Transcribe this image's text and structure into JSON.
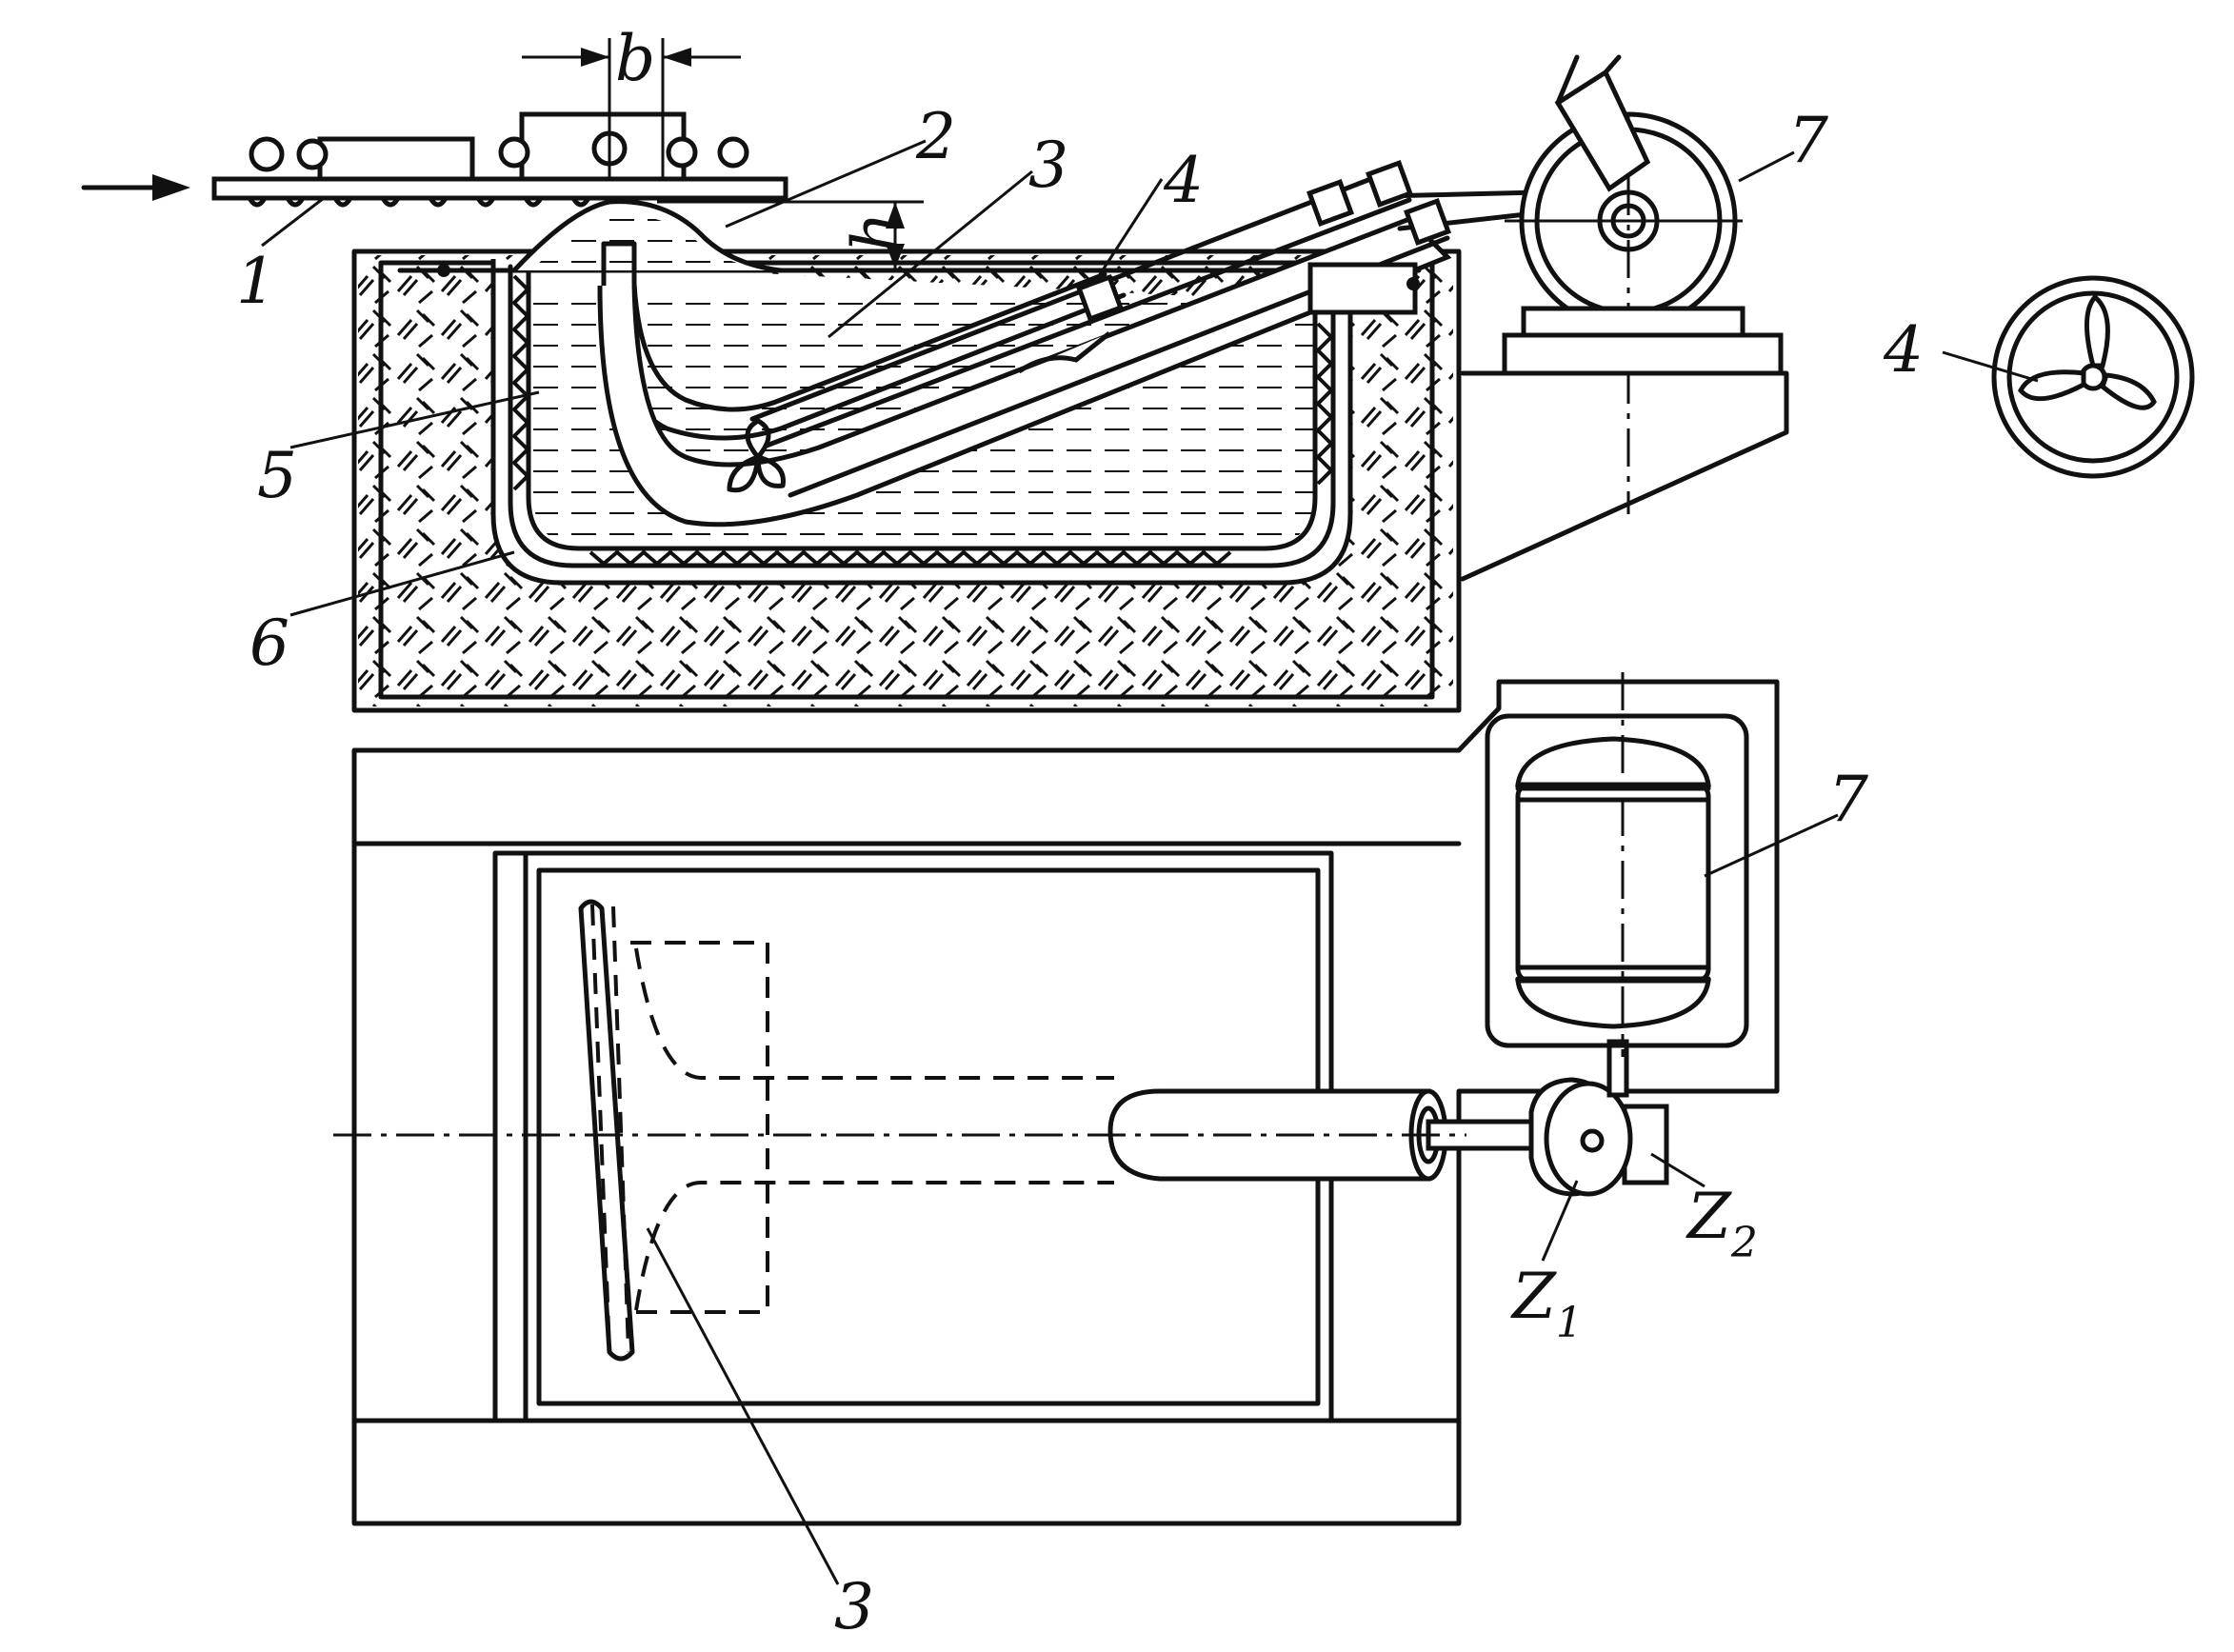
{
  "labels": {
    "l1": "1",
    "l2": "2",
    "l3_top": "3",
    "l4_top": "4",
    "l5": "5",
    "l6": "6",
    "l7_top": "7",
    "l4_side": "4",
    "l7_plan": "7",
    "l3_plan": "3",
    "z1_main": "Z",
    "z1_sub": "1",
    "z2_main": "Z",
    "z2_sub": "2",
    "dim_b": "b",
    "dim_h": "h"
  },
  "colors": {
    "ink": "#111111",
    "paper": "#ffffff"
  }
}
